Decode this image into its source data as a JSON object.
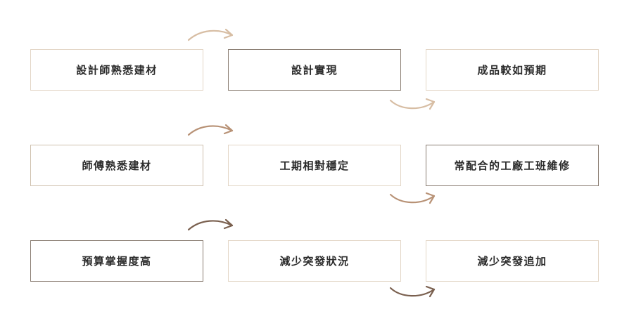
{
  "rows": [
    {
      "boxes": [
        "設計師熟悉建材",
        "設計實現",
        "成品較如預期"
      ],
      "arrow_color": "#d7bda3"
    },
    {
      "boxes": [
        "師傅熟悉建材",
        "工期相對穩定",
        "常配合的工廠工班維修"
      ],
      "arrow_color": "#b89276"
    },
    {
      "boxes": [
        "預算掌握度高",
        "減少突發狀況",
        "減少突發追加"
      ],
      "arrow_color": "#7a604f"
    }
  ]
}
